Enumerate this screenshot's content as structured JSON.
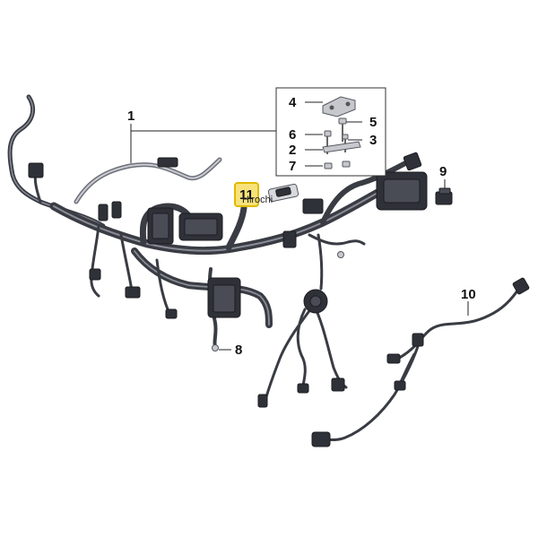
{
  "diagram": {
    "callouts": [
      {
        "id": "1",
        "label": "1"
      },
      {
        "id": "2",
        "label": "2"
      },
      {
        "id": "3",
        "label": "3"
      },
      {
        "id": "4",
        "label": "4"
      },
      {
        "id": "5",
        "label": "5"
      },
      {
        "id": "6",
        "label": "6"
      },
      {
        "id": "7",
        "label": "7"
      },
      {
        "id": "8",
        "label": "8"
      },
      {
        "id": "9",
        "label": "9"
      },
      {
        "id": "10",
        "label": "10"
      },
      {
        "id": "11",
        "label": "11"
      }
    ],
    "watermark": "Hirochi",
    "colors": {
      "harness": "#3a3c44",
      "highlight": "#f2d43a",
      "line": "#222222"
    }
  }
}
